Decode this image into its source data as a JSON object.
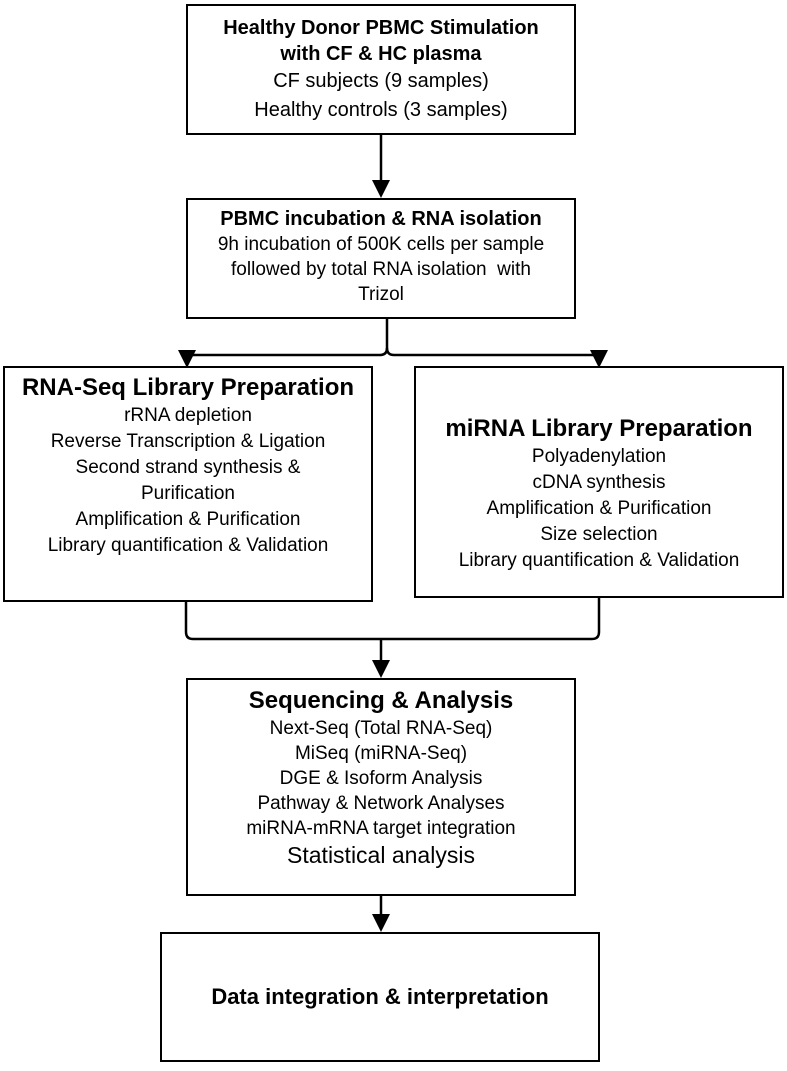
{
  "stimulation": {
    "title_line1": "Healthy Donor PBMC Stimulation",
    "title_line2": "with CF & HC plasma",
    "lines": [
      "CF subjects (9 samples)",
      "Healthy controls (3 samples)"
    ]
  },
  "incubation": {
    "title": "PBMC incubation & RNA isolation",
    "lines": [
      "9h incubation of 500K cells per sample",
      "followed by total RNA isolation  with",
      "Trizol"
    ]
  },
  "rnaseq_library": {
    "title": "RNA-Seq Library Preparation",
    "lines": [
      "rRNA depletion",
      "Reverse Transcription & Ligation",
      "Second strand synthesis &",
      "Purification",
      "Amplification & Purification",
      "Library quantification & Validation"
    ]
  },
  "mirna_library": {
    "title": "miRNA Library Preparation",
    "lines": [
      "Polyadenylation",
      "cDNA synthesis",
      "Amplification & Purification",
      "Size selection",
      "Library quantification & Validation"
    ]
  },
  "sequencing": {
    "title": "Sequencing & Analysis",
    "lines": [
      "Next-Seq (Total RNA-Seq)",
      "MiSeq (miRNA-Seq)",
      "DGE & Isoform Analysis",
      "Pathway & Network Analyses",
      "miRNA-mRNA target integration",
      "Statistical analysis"
    ]
  },
  "integration": {
    "title": "Data integration & interpretation"
  }
}
